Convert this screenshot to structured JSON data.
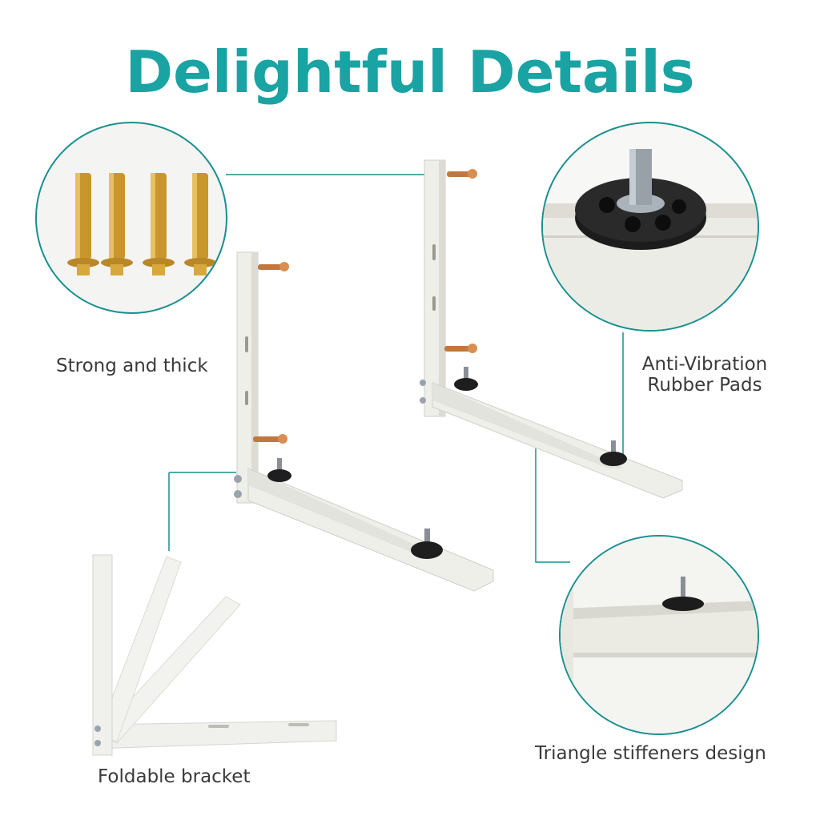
{
  "title": "Delightful Details",
  "features": {
    "strong": {
      "label": "Strong and thick"
    },
    "rubber": {
      "label_line1": "Anti-Vibration",
      "label_line2": "Rubber Pads"
    },
    "fold": {
      "label": "Foldable bracket"
    },
    "triangle": {
      "label": "Triangle stiffeners design"
    }
  },
  "colors": {
    "accent": "#1aa3a3",
    "connector": "#1a8f8f",
    "bracket": "#eeeee9",
    "bolt_gold": "#c9962e",
    "pad": "#1e1e1e"
  }
}
